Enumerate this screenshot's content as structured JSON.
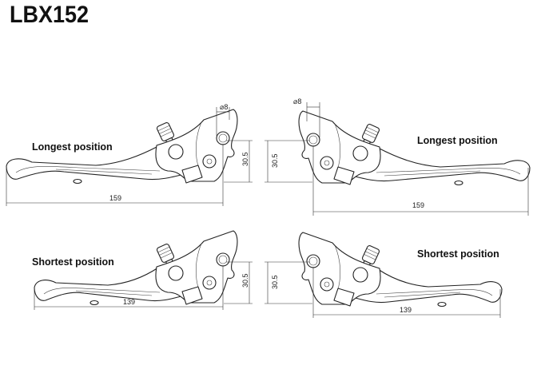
{
  "title": "LBX152",
  "views": [
    {
      "label": "Longest position",
      "length": "159",
      "height": "30.5",
      "diameter": "⌀8"
    },
    {
      "label": "Longest position",
      "length": "159",
      "height": "30.5",
      "diameter": "⌀8"
    },
    {
      "label": "Shortest position",
      "length": "139",
      "height": "30.5"
    },
    {
      "label": "Shortest position",
      "length": "139",
      "height": "30.5"
    }
  ]
}
